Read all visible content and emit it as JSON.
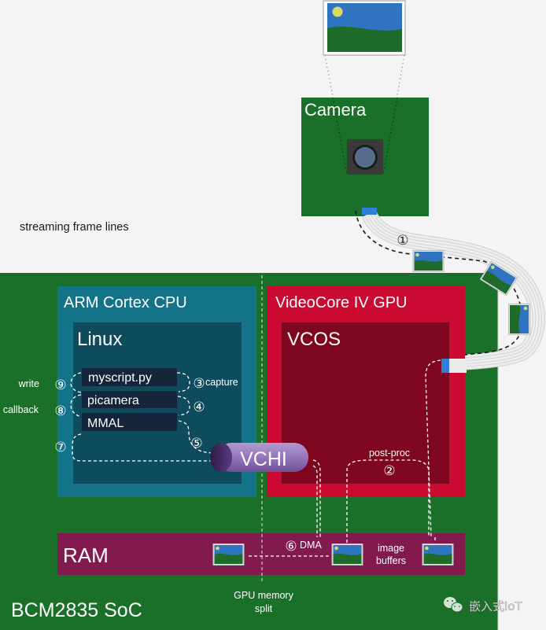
{
  "camera": {
    "label": "Camera",
    "image_icon": "landscape-image-icon",
    "lens_icon": "camera-lens-icon"
  },
  "streaming": {
    "label": "streaming frame lines",
    "step": "①"
  },
  "soc": {
    "label": "BCM2835 SoC",
    "color": "#1b7029"
  },
  "cpu": {
    "label": "ARM Cortex CPU",
    "color": "#127389",
    "os": {
      "label": "Linux",
      "color": "#0e4b5c"
    },
    "stack": [
      {
        "label": "myscript.py"
      },
      {
        "label": "picamera"
      },
      {
        "label": "MMAL"
      }
    ]
  },
  "gpu": {
    "label": "VideoCore IV GPU",
    "color": "#cb0a32",
    "os": {
      "label": "VCOS",
      "color": "#7f061f"
    },
    "postproc": {
      "label": "post-proc",
      "step": "②"
    }
  },
  "vchi": {
    "label": "VCHI",
    "color": "#8e6cb0"
  },
  "flow_steps": {
    "capture": {
      "step": "③",
      "label": "capture"
    },
    "step4": {
      "step": "④"
    },
    "step5": {
      "step": "⑤"
    },
    "dma": {
      "step": "⑥",
      "label": "DMA"
    },
    "step7": {
      "step": "⑦"
    },
    "callback": {
      "step": "⑧",
      "label": "callback"
    },
    "write": {
      "step": "⑨",
      "label": "write"
    }
  },
  "ram": {
    "label": "RAM",
    "color": "#821a4e",
    "buffers_label_line1": "image",
    "buffers_label_line2": "buffers"
  },
  "split": {
    "line1": "GPU memory",
    "line2": "split"
  },
  "watermark": {
    "icon": "wechat-icon",
    "text": "嵌入式IoT"
  }
}
